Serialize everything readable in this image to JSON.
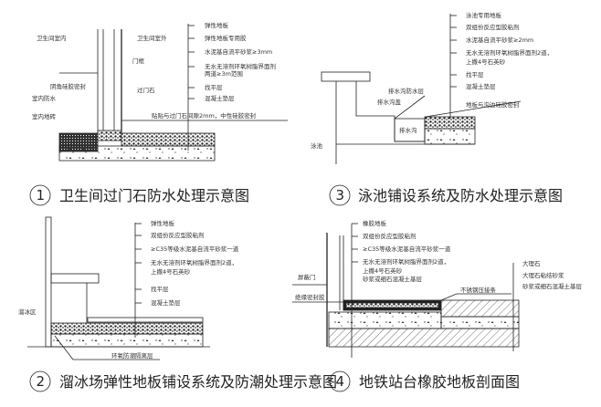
{
  "diagrams": [
    {
      "number": "1",
      "caption": "卫生间过门石防水处理示意图",
      "layers": [
        "弹性地板",
        "弹性地板专用胶",
        "水泥基自流平砂浆≥3mm",
        "无水无溶剂环氧树脂界面剂",
        "两道≥3m范围",
        "找平层",
        "混凝土垫层"
      ],
      "notes": [
        "卫生间室内",
        "卫生间室外",
        "门框",
        "阴角硅胶密封",
        "室内防水",
        "室内地砖",
        "过门石",
        "贴贴与过门石间隙2mm，中性硅胶密封"
      ]
    },
    {
      "number": "3",
      "caption": "泳池铺设系统及防水处理示意图",
      "layers": [
        "泳池专用地板",
        "双组份反应型胶粘剂",
        "水泥基自流平砂浆≥2mm",
        "无水无溶剂环氧树脂界面剂2道，",
        "上撒4号石英砂",
        "找平层",
        "混凝土垫层"
      ],
      "notes": [
        "排水沟防水层",
        "排水沟盖",
        "地板与沟边硅胶密封",
        "排水沟",
        "泳池"
      ]
    },
    {
      "number": "2",
      "caption": "溜冰场弹性地板铺设系统及防潮处理示意图",
      "layers": [
        "弹性地板",
        "双组份反应型胶粘剂",
        "≥C35等级水泥基自流平砂浆一道",
        "无水无溶剂环氧树脂界面剂2道，",
        "上撒4号石英砂",
        "找平层",
        "混凝土垫层"
      ],
      "notes": [
        "溜冰区",
        "环氧防潮隔离层"
      ]
    },
    {
      "number": "4",
      "caption": "地铁站台橡胶地板剖面图",
      "layers": [
        "橡胶地板",
        "双组份反应型胶粘剂",
        "≥C35等级水泥基自流平砂浆一道",
        "无水无溶剂环氧树脂界面剂2道，",
        "上撒4号石英砂",
        "砂浆或细石混凝土基层"
      ],
      "notes": [
        "屏蔽门",
        "绝缘密封胶",
        "不锈钢压接条",
        "大理石",
        "大理石粘结砂浆",
        "砂浆或细石混凝土基层"
      ]
    }
  ]
}
